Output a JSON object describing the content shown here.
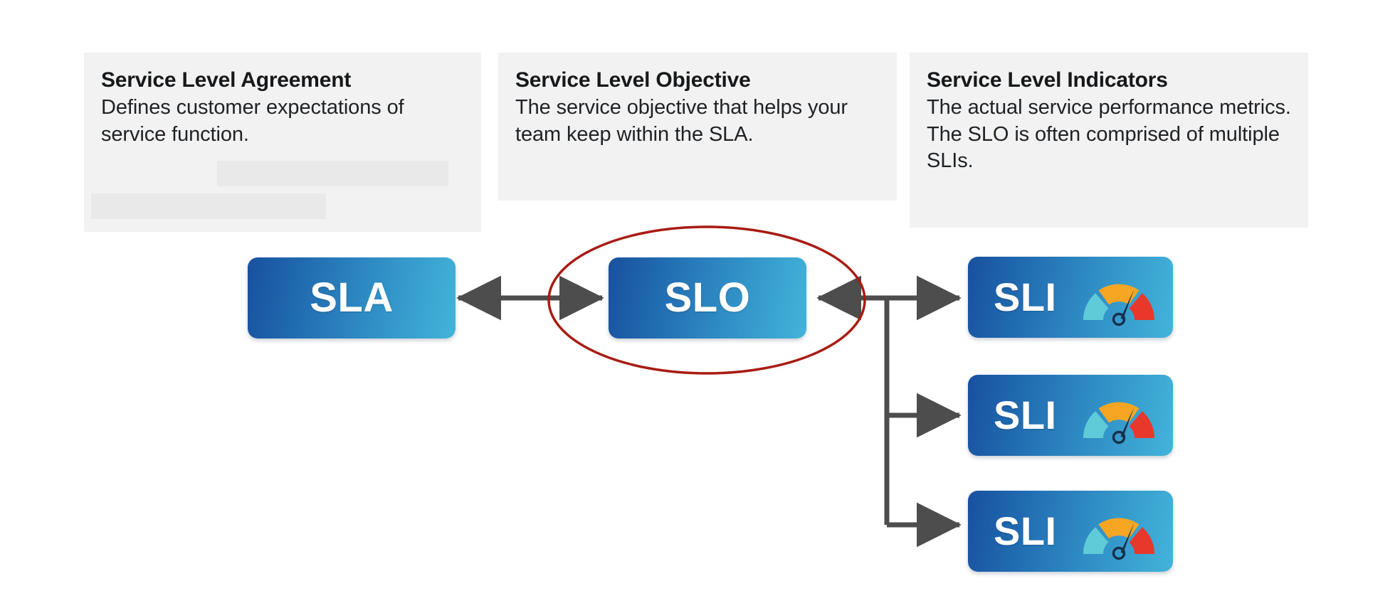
{
  "diagram": {
    "title": "SLA / SLO / SLI relationship diagram",
    "cards": [
      {
        "id": "sla",
        "title": "Service Level Agreement",
        "body": "Defines customer expectations of service function."
      },
      {
        "id": "slo",
        "title": "Service Level Objective",
        "body": "The service objective that helps your team keep within the SLA."
      },
      {
        "id": "sli",
        "title": "Service Level Indicators",
        "body": "The actual service performance metrics. The SLO is often comprised of multiple SLIs."
      }
    ],
    "nodes": {
      "sla": {
        "label": "SLA"
      },
      "slo": {
        "label": "SLO"
      },
      "sli": [
        {
          "label": "SLI",
          "icon": "gauge-icon"
        },
        {
          "label": "SLI",
          "icon": "gauge-icon"
        },
        {
          "label": "SLI",
          "icon": "gauge-icon"
        }
      ]
    },
    "highlight": {
      "shape": "ellipse",
      "target": "SLO",
      "color": "#a81b13"
    },
    "connectors": [
      {
        "from": "SLA",
        "to": "SLO",
        "type": "double-arrow"
      },
      {
        "from": "SLI-branch",
        "to": "SLO",
        "type": "arrow"
      },
      {
        "from": "branch-trunk",
        "to": "SLI 1",
        "type": "arrow"
      },
      {
        "from": "branch-trunk",
        "to": "SLI 2",
        "type": "arrow"
      },
      {
        "from": "branch-trunk",
        "to": "SLI 3",
        "type": "arrow"
      }
    ],
    "colors": {
      "card_background": "#f2f2f2",
      "node_gradient_start": "#19509f",
      "node_gradient_end": "#42b4da",
      "connector": "#4d4d4d",
      "highlight_stroke": "#a81b13",
      "gauge_low": "#5fcbd8",
      "gauge_mid": "#f6a623",
      "gauge_high": "#e8382b",
      "gauge_needle": "#16304a"
    }
  }
}
